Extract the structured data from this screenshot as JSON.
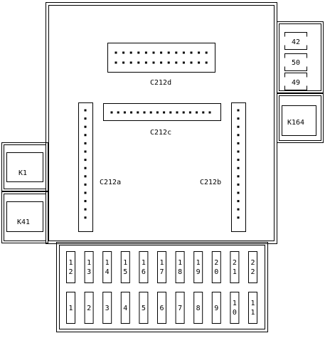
{
  "connectors": {
    "c212d": {
      "label": "C212d",
      "rows": 2,
      "pins_per_row": 13
    },
    "c212c": {
      "label": "C212c",
      "pins": 16
    },
    "c212a": {
      "label": "C212a",
      "pins": 14
    },
    "c212b": {
      "label": "C212b",
      "pins": 14
    }
  },
  "relays": {
    "k1": "K1",
    "k41": "K41",
    "k164": "K164"
  },
  "side_fuses": [
    "42",
    "50",
    "49"
  ],
  "fuse_rows": {
    "top": [
      [
        "1",
        "2"
      ],
      [
        "1",
        "3"
      ],
      [
        "1",
        "4"
      ],
      [
        "1",
        "5"
      ],
      [
        "1",
        "6"
      ],
      [
        "1",
        "7"
      ],
      [
        "1",
        "8"
      ],
      [
        "1",
        "9"
      ],
      [
        "2",
        "0"
      ],
      [
        "2",
        "1"
      ],
      [
        "2",
        "2"
      ]
    ],
    "bottom": [
      [
        "1"
      ],
      [
        "2"
      ],
      [
        "3"
      ],
      [
        "4"
      ],
      [
        "5"
      ],
      [
        "6"
      ],
      [
        "7"
      ],
      [
        "8"
      ],
      [
        "9"
      ],
      [
        "1",
        "0"
      ],
      [
        "1",
        "1"
      ]
    ]
  }
}
